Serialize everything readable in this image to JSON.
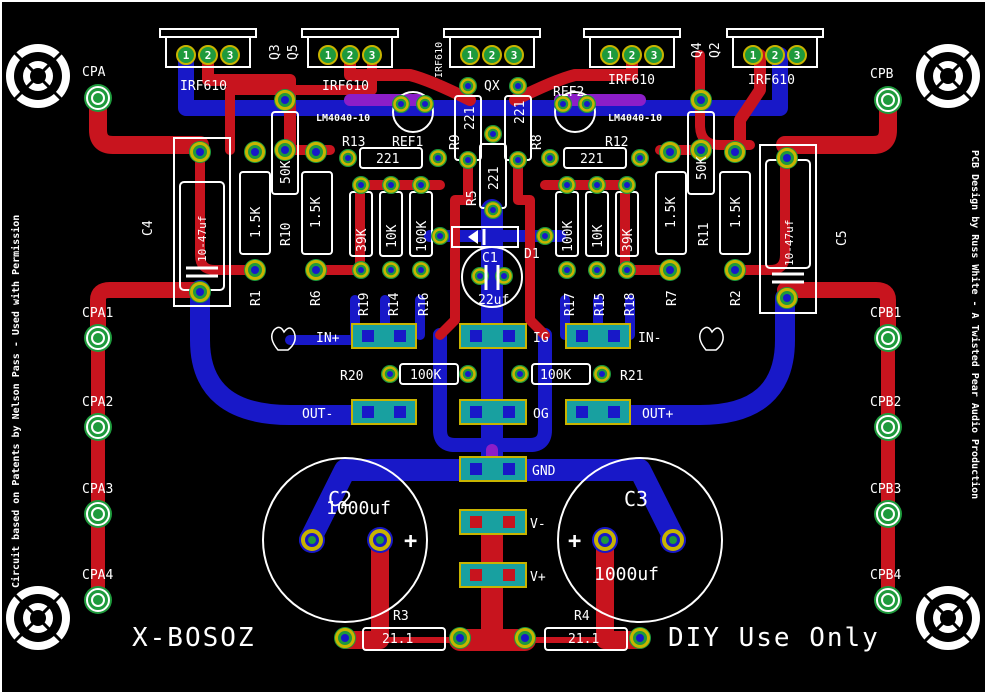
{
  "colors": {
    "background": "#000000",
    "top_copper": "#c8141e",
    "bottom_copper": "#1818c8",
    "pad": "#1e9a3c",
    "pad_yellow": "#c8b400",
    "silkscreen": "#ffffff",
    "via": "#18a0a0"
  },
  "board": {
    "title": "X-BOSOZ",
    "diy": "DIY Use Only",
    "left_note": "Circuit based on Patents by Nelson Pass - Used with Permission",
    "right_note": "PCB Design by Russ White - A Twisted Pear Audio Production"
  },
  "transistors": [
    {
      "label": "IRF610",
      "ref": "Q3"
    },
    {
      "label": "IRF610",
      "ref": "Q5"
    },
    {
      "label": "",
      "ref": "QX",
      "side": "IRF610"
    },
    {
      "label": "IRF610",
      "ref": "Q4"
    },
    {
      "label": "IRF610",
      "ref": "Q2"
    }
  ],
  "pin_numbers": [
    "1",
    "2",
    "3"
  ],
  "connectors": {
    "left": [
      "CPA",
      "CPA1",
      "CPA2",
      "CPA3",
      "CPA4"
    ],
    "right": [
      "CPB",
      "CPB1",
      "CPB2",
      "CPB3",
      "CPB4"
    ]
  },
  "refs": {
    "ref1": "REF1",
    "ref2": "REF2",
    "lm1": "LM4040-10",
    "lm2": "LM4040-10",
    "r13": "R13",
    "r13v": "221",
    "r12": "R12",
    "r12v": "221",
    "r9": "R9",
    "r9v": "221",
    "r8": "R8",
    "r8v": "221",
    "r5": "R5",
    "r5v": "221",
    "r10": "R10",
    "r10v": "50K",
    "r11": "R11",
    "r11v": "50K",
    "r1": "R1",
    "r1v": "1.5K",
    "r6": "R6",
    "r6v": "1.5K",
    "r7": "R7",
    "r7v": "1.5K",
    "r2": "R2",
    "r2v": "1.5K",
    "r19": "R19",
    "r19v": "39K",
    "r14": "R14",
    "r14v": "10K",
    "r16": "R16",
    "r16v": "100K",
    "r17": "R17",
    "r17v": "100K",
    "r15": "R15",
    "r15v": "10K",
    "r18": "R18",
    "r18v": "39K",
    "r20": "R20",
    "r20v": "100K",
    "r21": "R21",
    "r21v": "100K",
    "r3": "R3",
    "r3v": "21.1",
    "r4": "R4",
    "r4v": "21.1",
    "c4": "C4",
    "c4v": "10-47uf",
    "c5": "C5",
    "c5v": "10-47uf",
    "c1": "C1",
    "c1v": "22uf",
    "c2": "C2",
    "c2v": "1000uf",
    "c3": "C3",
    "c3v": "1000uf",
    "d1": "D1",
    "plus": "+"
  },
  "io": {
    "in_plus": "IN+",
    "in_minus": "IN-",
    "out_minus": "OUT-",
    "out_plus": "OUT+",
    "ig": "IG",
    "og": "OG",
    "gnd": "GND",
    "vminus": "V-",
    "vplus": "V+"
  }
}
